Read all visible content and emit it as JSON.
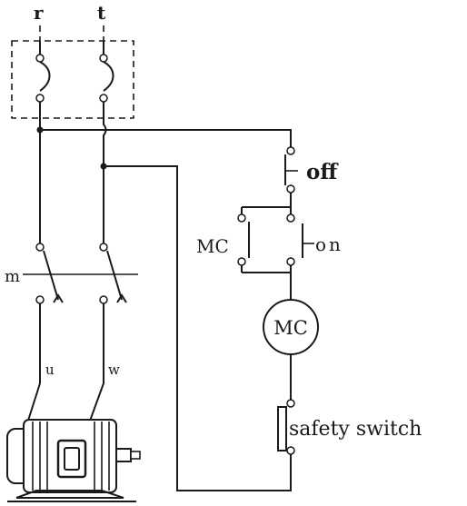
{
  "labels": {
    "r": "r",
    "t": "t",
    "m": "m",
    "u": "u",
    "w": "w",
    "off": "off",
    "on": "on",
    "mc_contact": "MC",
    "mc_coil": "MC",
    "safety_switch": "safety switch"
  }
}
